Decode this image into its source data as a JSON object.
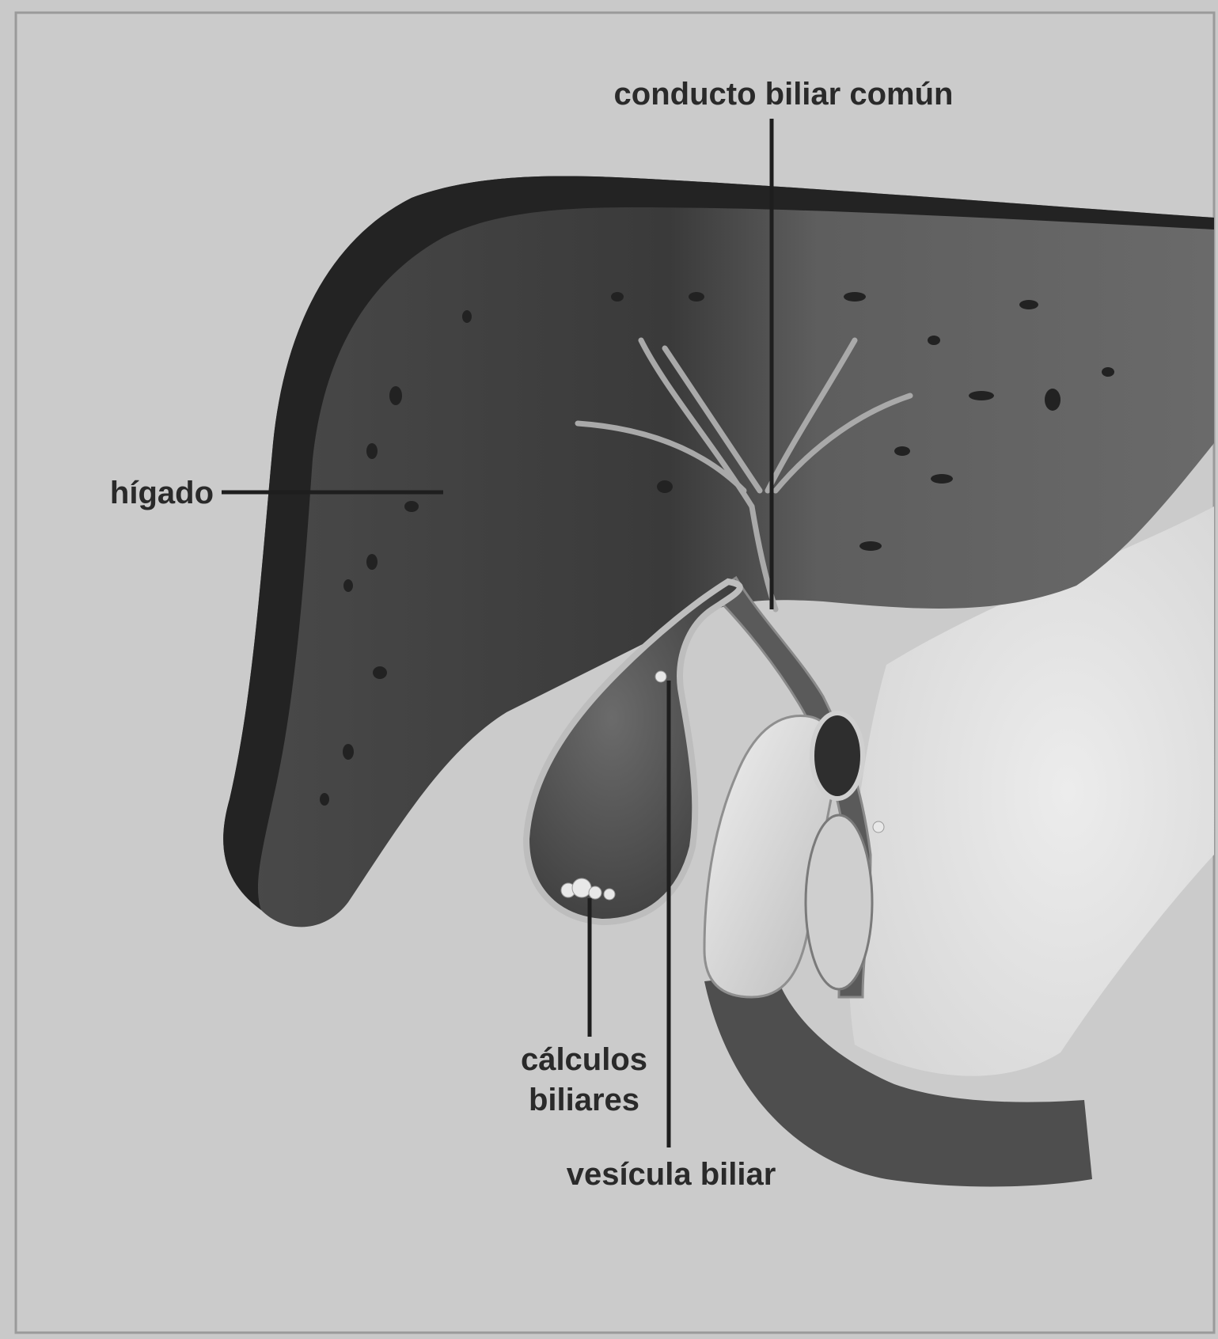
{
  "labels": {
    "common_bile_duct": "conducto biliar común",
    "liver": "hígado",
    "gallstones_line1": "cálculos",
    "gallstones_line2": "biliares",
    "gallbladder": "vesícula biliar"
  },
  "colors": {
    "background": "#c9c9c9",
    "liver_dark": "#303030",
    "liver_mid": "#5a5a5a",
    "tissue_light": "#e2e2e2",
    "label_text": "#2a2a2a"
  }
}
